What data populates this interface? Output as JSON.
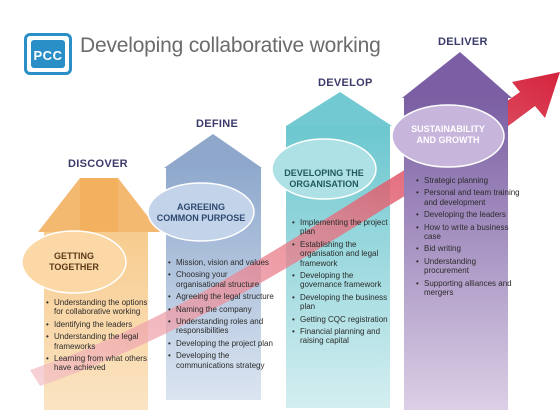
{
  "header": {
    "logo_text": "PCC",
    "title": "Developing collaborative working"
  },
  "colors": {
    "discover": "#f2b060",
    "define": "#9cb4d3",
    "develop": "#84d0d6",
    "deliver": "#8c72ad",
    "ribbon": "#d9243e",
    "logo": "#2a8fc6"
  },
  "stages": [
    {
      "label": "DISCOVER",
      "oval_lines": [
        "GETTING",
        "TOGETHER"
      ],
      "bullets": [
        "Understanding the options for collaborative working",
        "Identifying the leaders",
        "Understanding the legal frameworks",
        "Learning from what others have achieved"
      ]
    },
    {
      "label": "DEFINE",
      "oval_lines": [
        "AGREEING",
        "COMMON PURPOSE"
      ],
      "bullets": [
        "Mission, vision and values",
        "Choosing your organisational structure",
        "Agreeing the legal structure",
        "Naming the company",
        "Understanding roles and responsibilities",
        "Developing the project plan",
        "Developing the communications strategy"
      ]
    },
    {
      "label": "DEVELOP",
      "oval_lines": [
        "DEVELOPING THE",
        "ORGANISATION"
      ],
      "bullets": [
        "Implementing the project plan",
        "Establishing the organisation and legal framework",
        "Developing the governance framework",
        "Developing the business plan",
        "Getting CQC registration",
        "Financial planning and raising capital"
      ]
    },
    {
      "label": "DELIVER",
      "oval_lines": [
        "SUSTAINABILITY",
        "AND GROWTH"
      ],
      "bullets": [
        "Strategic planning",
        "Personal and team training and development",
        "Developing the leaders",
        "How to write a business case",
        "Bid writing",
        "Understanding procurement",
        "Supporting alliances and mergers"
      ]
    }
  ]
}
